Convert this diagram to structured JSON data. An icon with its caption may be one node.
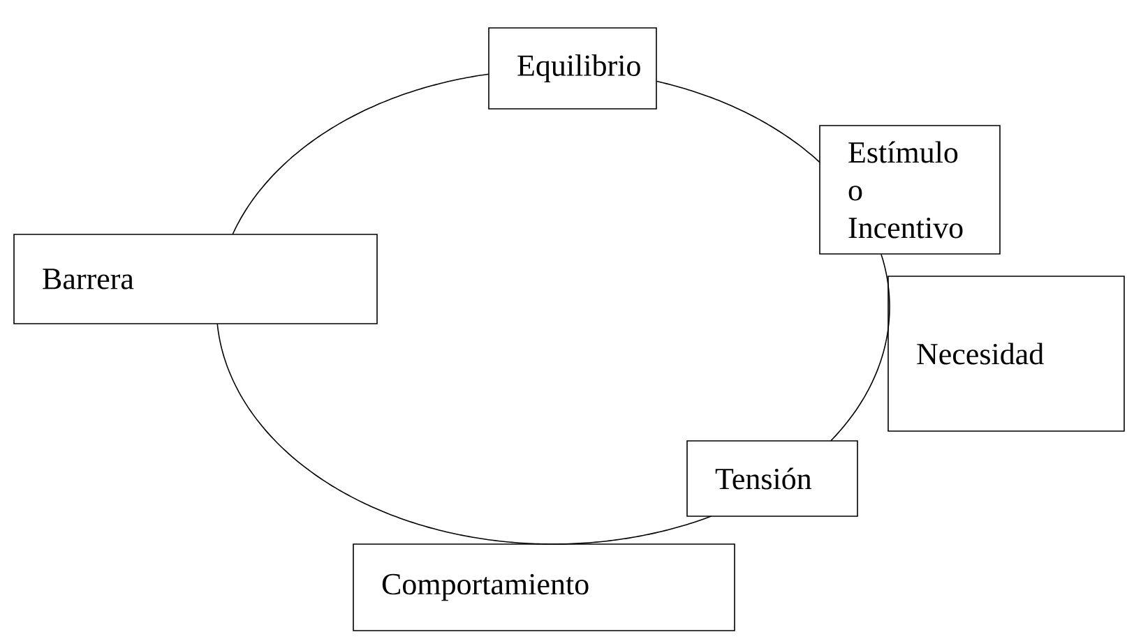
{
  "diagram": {
    "nodes": [
      {
        "text": [
          "Equilibrio"
        ]
      },
      {
        "text": [
          "Estímulo o Incentivo"
        ]
      },
      {
        "text": [
          "Barrera"
        ]
      },
      {
        "text": [
          "Necesidad"
        ]
      },
      {
        "text": [
          "Tensión"
        ]
      },
      {
        "text": [
          "Comportamiento"
        ]
      }
    ],
    "edges": [
      {
        "from": 0,
        "to": 1,
        "arrow": "none"
      },
      {
        "from": 1,
        "to": 3,
        "arrow": "none"
      },
      {
        "from": 3,
        "to": 4,
        "arrow": "none"
      },
      {
        "from": 4,
        "to": 5,
        "arrow": "none"
      },
      {
        "from": 5,
        "to": 2,
        "arrow": "none"
      },
      {
        "from": 2,
        "to": 0,
        "arrow": "none"
      }
    ]
  }
}
